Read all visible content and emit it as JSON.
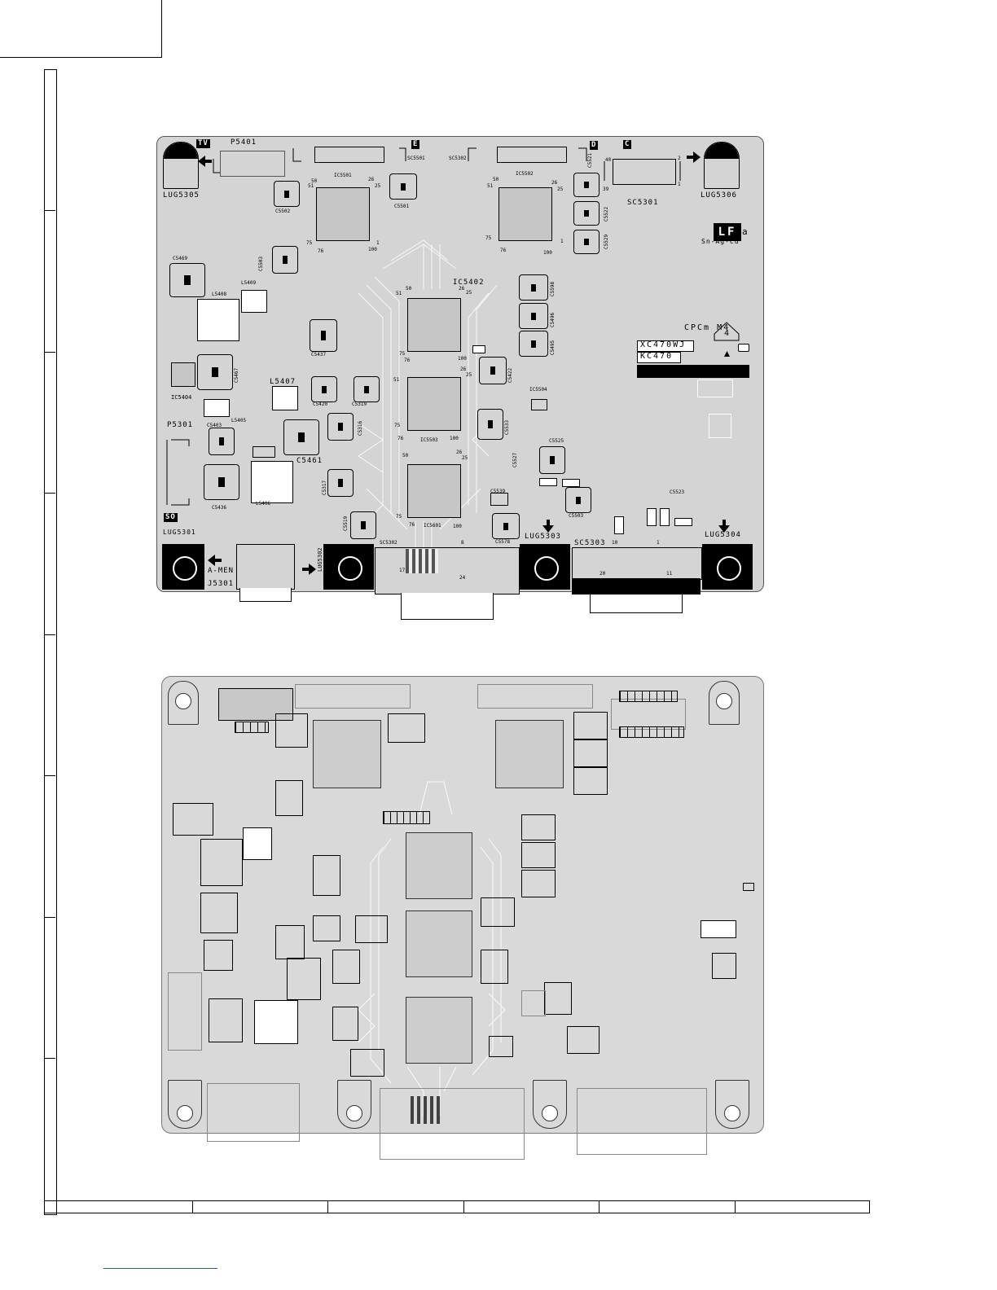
{
  "top_board": {
    "markers": {
      "tv": "TV",
      "e": "E",
      "d": "D",
      "c": "C",
      "so": "SO"
    },
    "labels": {
      "p5401": "P5401",
      "lug5305": "LUG5305",
      "lug5306": "LUG5306",
      "lug5301": "LUG5301",
      "lug5302": "LUG5302",
      "lug5303": "LUG5303",
      "lug5304": "LUG5304",
      "sc5301": "SC5301",
      "sc5302": "SC5302",
      "sc5303": "SC5303",
      "sc5501": "SC5501",
      "ic5501": "IC5501",
      "ic5502": "IC5502",
      "ic5402": "IC5402",
      "ic5404": "IC5404",
      "ic5503": "IC5503",
      "ic5504": "IC5504",
      "ic5601": "IC5601",
      "c5502": "C5502",
      "c5501": "C5501",
      "c5503": "C5503",
      "c5469": "C5469",
      "l5408": "L5408",
      "l5409": "L5409",
      "c5467": "C5467",
      "c5437": "C5437",
      "l5407": "L5407",
      "c5420": "C5420",
      "c5319": "C5319",
      "p5301": "P5301",
      "c5403": "C5403",
      "l5405": "L5405",
      "c5316": "C5316",
      "c5461": "C5461",
      "c5317": "C5317",
      "c5436": "C5436",
      "l5406": "L5406",
      "c5519": "C5519",
      "c5598": "C5598",
      "c5496": "C5496",
      "c5495": "C5495",
      "c5422": "C5422",
      "c5521": "C5521",
      "c5522": "C5522",
      "c5529": "C5529",
      "c5525": "C5525",
      "c5533": "C5533",
      "c5527": "C5527",
      "c5503b": "C5503",
      "c5539": "C5539",
      "c5578": "C5578",
      "c5523": "C5523",
      "a_men": "A-MEN",
      "j5301": "J5301",
      "lf": "LF",
      "lf_a": "a",
      "sn_ag_cu": "Sn-Ag-Cu",
      "cpcm": "CPCm M4",
      "cpcm_num": "4",
      "xc470wj": "XC470WJ",
      "kc470": "KC470"
    },
    "pins": {
      "p50a": "50",
      "p51a": "51",
      "p26a": "26",
      "p25a": "25",
      "p75a": "75",
      "p76a": "76",
      "p100a": "100",
      "p1a": "1",
      "p50b": "50",
      "p51b": "51",
      "p26b": "26",
      "p25b": "25",
      "p75b": "75",
      "p76b": "76",
      "p100b": "100",
      "p1b": "1",
      "p50c": "50",
      "p51c": "51",
      "p26c": "26",
      "p25c": "25",
      "p75c": "75",
      "p76c": "76",
      "p100c": "100",
      "p51d": "51",
      "p26d": "26",
      "p25d": "25",
      "p75d": "75",
      "p76d": "76",
      "p100d": "100",
      "p50e": "50",
      "p26e": "26",
      "p25e": "25",
      "p75e": "75",
      "p76e": "76",
      "p100e": "100",
      "c1_40": "40",
      "c1_39": "39",
      "c1_1": "1",
      "c1_2": "2",
      "sc_10": "10",
      "sc_1": "1",
      "sc_20": "20",
      "sc_11": "11",
      "d_17": "17",
      "d_24": "24",
      "d_8": "8"
    }
  }
}
